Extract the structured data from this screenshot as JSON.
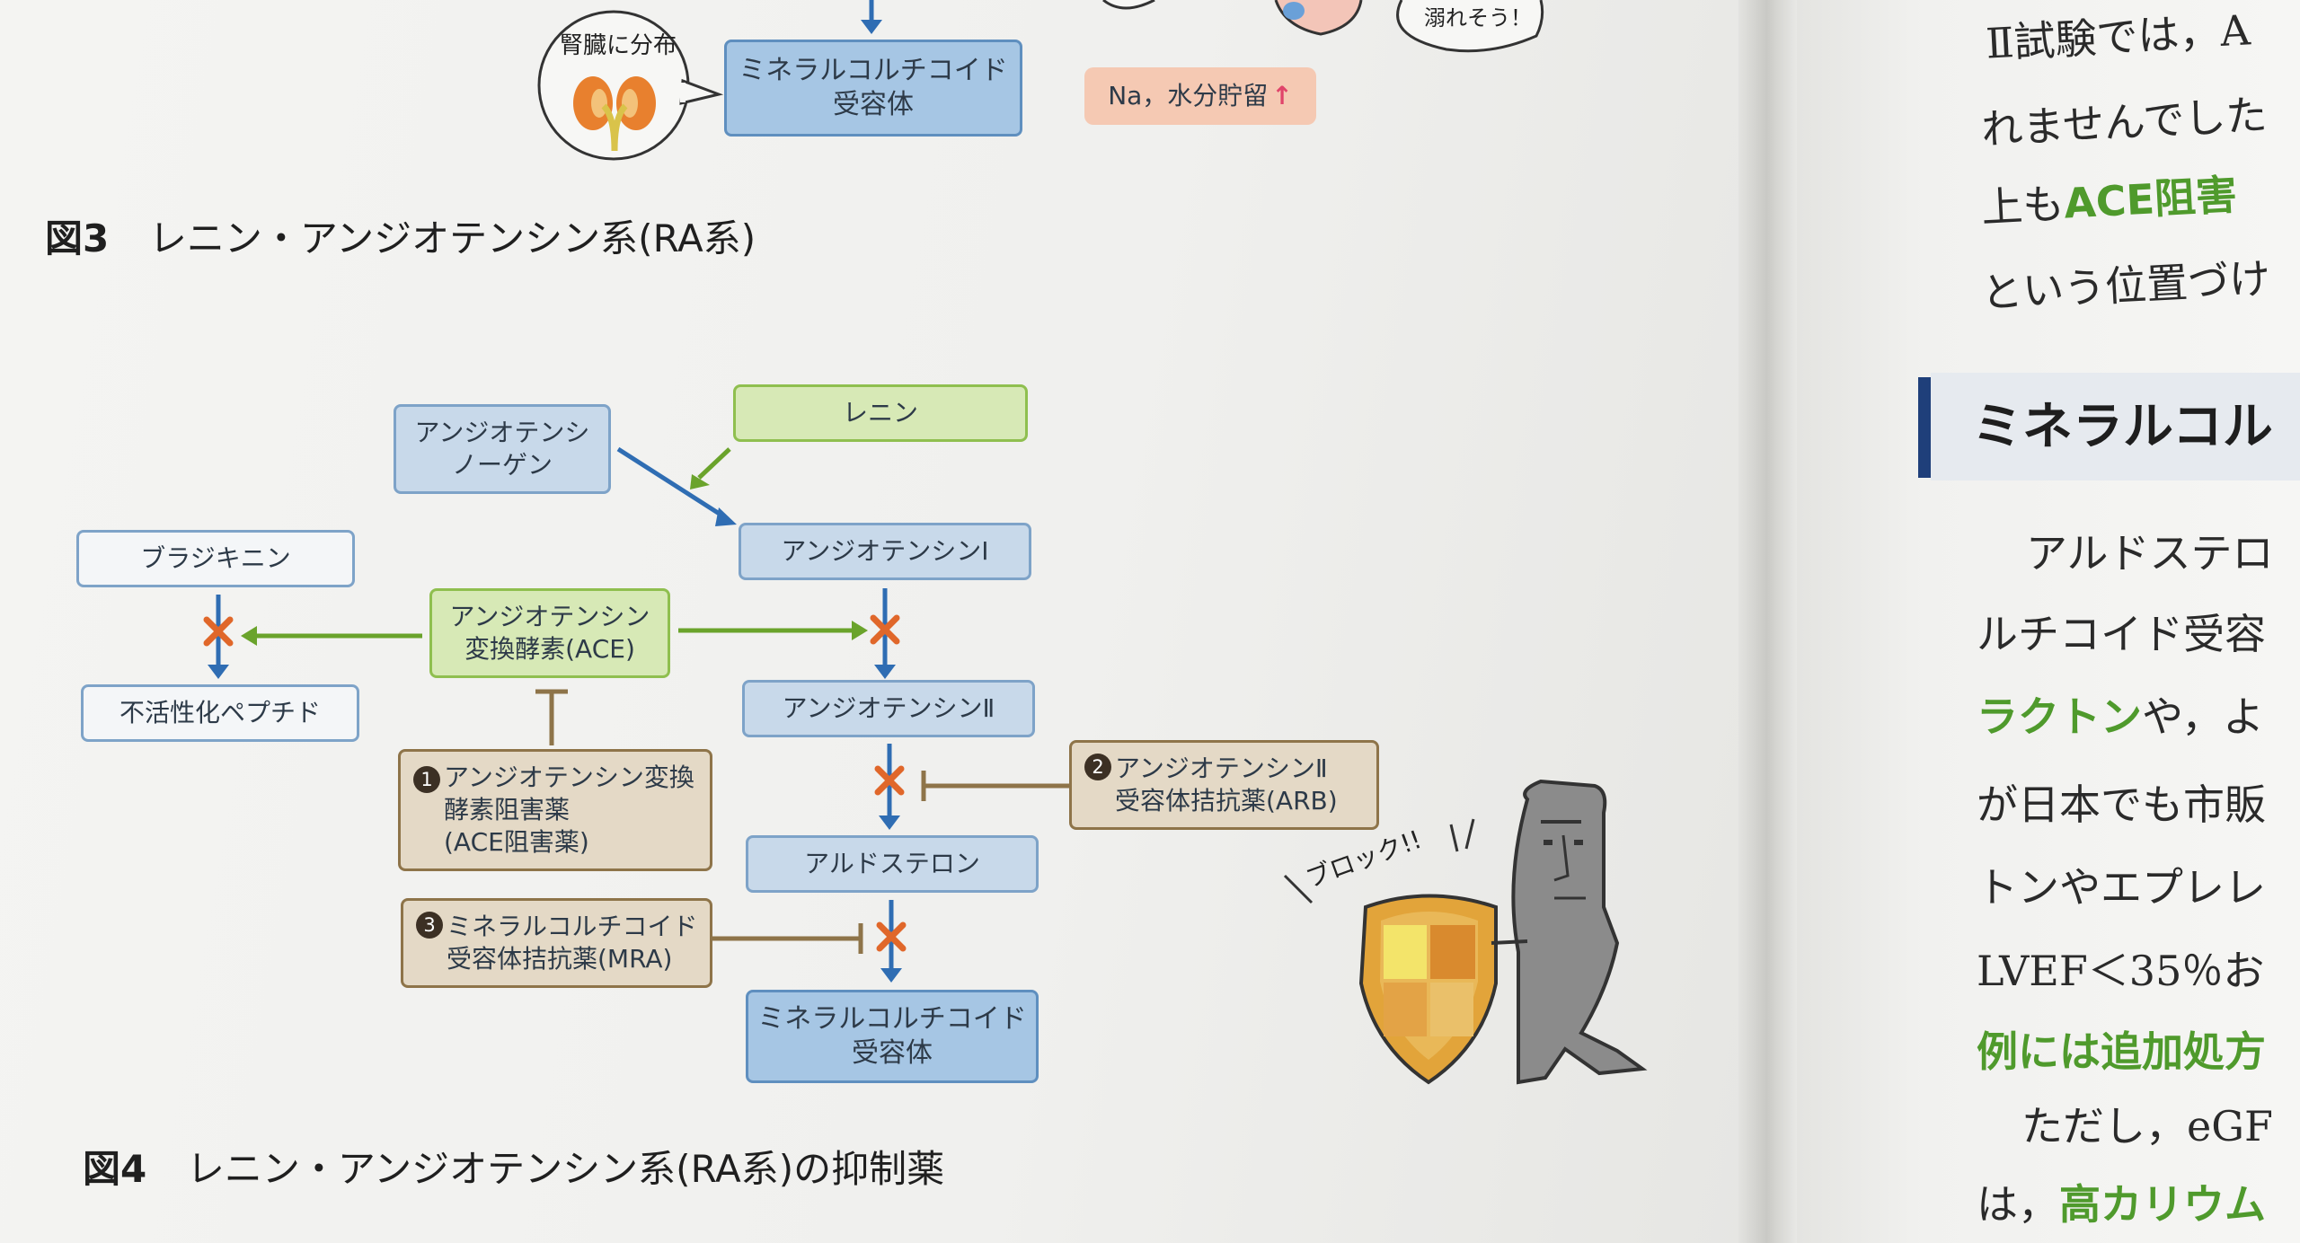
{
  "fig3": {
    "kidney_label": "腎臓に分布",
    "receptor": "ミネラルコルチコイド\n受容体",
    "effect": "Na，水分貯留",
    "effect_arrow": "↑",
    "speech_tail": "溺れそう！",
    "caption_num": "図3",
    "caption_text": "レニン・アンジオテンシン系(RA系)"
  },
  "fig4": {
    "angiotensinogen": "アンジオテンシ\nノーゲン",
    "renin": "レニン",
    "angiotensin1": "アンジオテンシンⅠ",
    "bradykinin": "ブラジキニン",
    "ace": "アンジオテンシン\n変換酵素(ACE)",
    "inactive_peptide": "不活性化ペプチド",
    "angiotensin2": "アンジオテンシンⅡ",
    "drug1_num": "1",
    "drug1": "アンジオテンシン変換\n酵素阻害薬\n(ACE阻害薬)",
    "drug2_num": "2",
    "drug2": "アンジオテンシンⅡ\n受容体拮抗薬(ARB)",
    "aldosterone": "アルドステロン",
    "drug3_num": "3",
    "drug3": "ミネラルコルチコイド\n受容体拮抗薬(MRA)",
    "mr_receptor": "ミネラルコルチコイド\n受容体",
    "block_label": "ブロック!!",
    "caption_num": "図4",
    "caption_text": "レニン・アンジオテンシン系(RA系)の抑制薬"
  },
  "right_page": {
    "line1": "Ⅱ試験では，A",
    "line2": "れませんでした",
    "line3_pre": "上も",
    "line3_green": "ACE阻害",
    "line4": "という位置づけ",
    "heading": "ミネラルコル",
    "line5": "アルドステロ",
    "line6": "ルチコイド受容",
    "line7_green": "ラクトン",
    "line7_post": "や，よ",
    "line8": "が日本でも市販",
    "line9": "トンやエプレレ",
    "line10": "LVEF＜35％お",
    "line11_green": "例には追加処方",
    "line12": "ただし，eGF",
    "line13_pre": "は，",
    "line13_green": "高カリウム"
  },
  "colors": {
    "blue_box": "#c8d9ea",
    "green_box": "#d7e9b6",
    "brown_box": "#e4d9c6",
    "arrow_blue": "#2f6db3",
    "arrow_green": "#6aa32b",
    "cross": "#e0672a",
    "heading_bar": "#1f3f7a"
  }
}
